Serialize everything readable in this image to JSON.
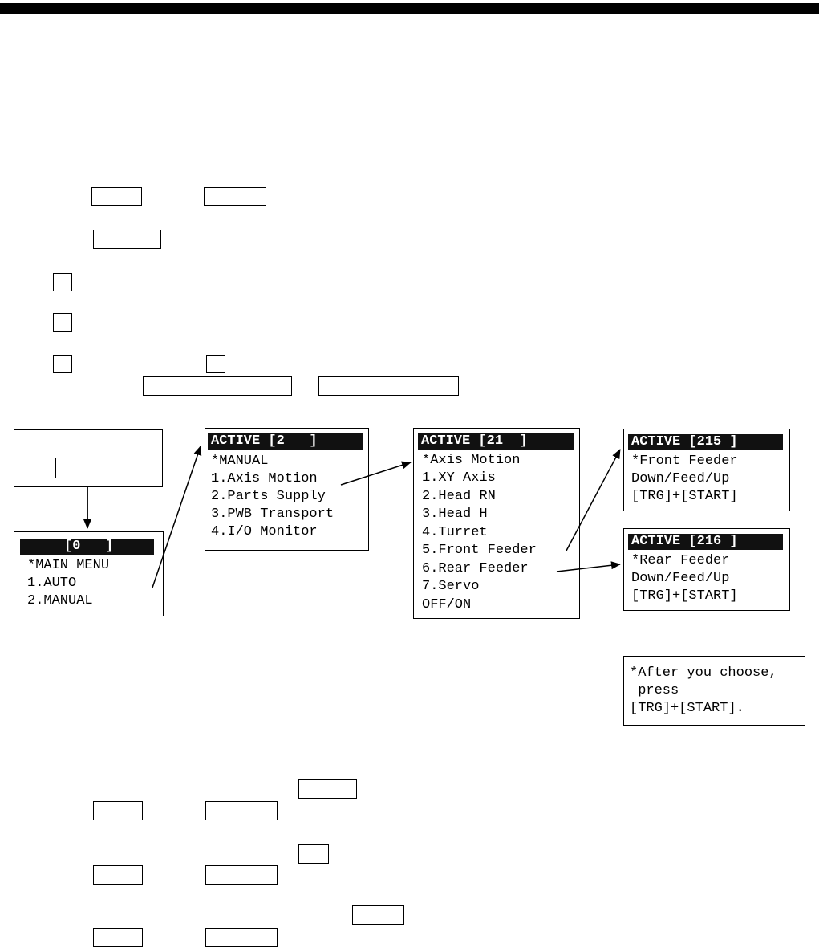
{
  "main_menu": {
    "header": "     [0   ]",
    "lines": [
      "*MAIN MENU",
      "1.AUTO",
      "2.MANUAL"
    ]
  },
  "manual_menu": {
    "header": "ACTIVE [2   ]",
    "lines": [
      "*MANUAL",
      "1.Axis Motion",
      "2.Parts Supply",
      "3.PWB Transport",
      "4.I/O Monitor"
    ]
  },
  "axis_menu": {
    "header": "ACTIVE [21  ]",
    "lines": [
      "*Axis Motion",
      "1.XY Axis",
      "2.Head RN",
      "3.Head H",
      "4.Turret",
      "5.Front Feeder",
      "6.Rear Feeder",
      "7.Servo",
      "OFF/ON"
    ]
  },
  "front_feeder": {
    "header": "ACTIVE [215 ]",
    "lines": [
      "*Front Feeder",
      "Down/Feed/Up",
      "[TRG]+[START]"
    ]
  },
  "rear_feeder": {
    "header": "ACTIVE [216 ]",
    "lines": [
      "*Rear Feeder",
      "Down/Feed/Up",
      "[TRG]+[START]"
    ]
  },
  "note": {
    "lines": [
      "*After you choose,",
      " press",
      "[TRG]+[START]."
    ]
  }
}
